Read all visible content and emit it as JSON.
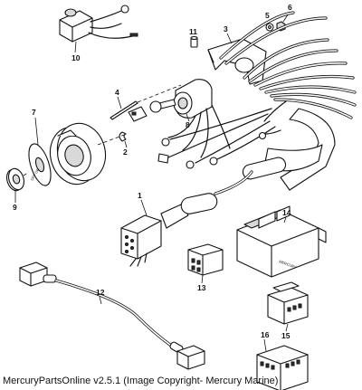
{
  "caption": "MercuryPartsOnline v2.5.1 (Image Copyright- Mercury Marine)",
  "callouts": {
    "c1": "1",
    "c2": "2",
    "c3": "3",
    "c4": "4",
    "c5": "5",
    "c6": "6",
    "c7": "7",
    "c8": "8",
    "c9": "9",
    "c10": "10",
    "c11": "11",
    "c12": "12",
    "c13": "13",
    "c14": "14",
    "c15": "15",
    "c16": "16"
  }
}
